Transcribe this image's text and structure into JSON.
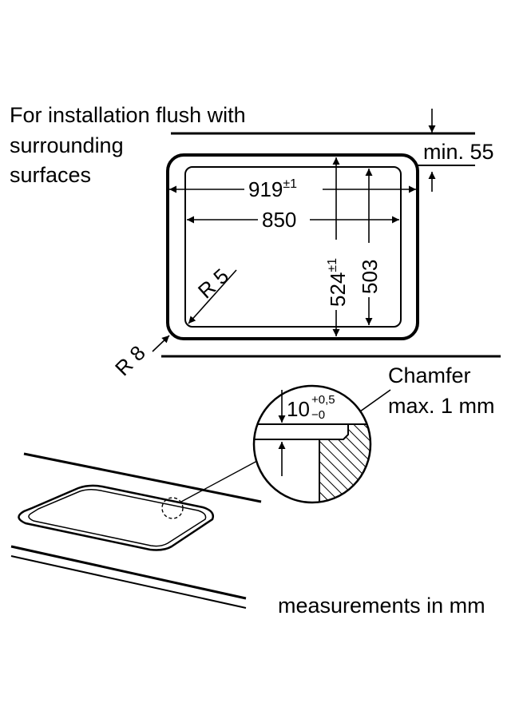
{
  "caption": {
    "lines": [
      "For installation flush with",
      "surrounding",
      "surfaces"
    ]
  },
  "dimensions": {
    "min_depth": "min. 55",
    "outer_width": "919",
    "outer_width_tol": "±1",
    "inner_width": "850",
    "outer_height": "524",
    "outer_height_tol": "±1",
    "inner_height": "503",
    "inner_radius": "R 5",
    "outer_radius": "R 8",
    "recess_depth": "10",
    "recess_tol_plus": "+0,5",
    "recess_tol_minus": "−0"
  },
  "chamfer": {
    "line1": "Chamfer",
    "line2": "max. 1 mm"
  },
  "footer": "measurements in mm",
  "colors": {
    "line": "#000000",
    "background": "#ffffff"
  }
}
